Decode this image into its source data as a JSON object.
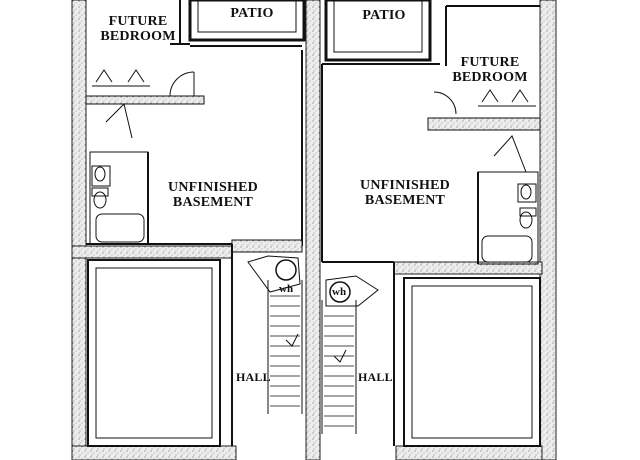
{
  "plan": {
    "labels": {
      "future_bedroom_left": "FUTURE\nBEDROOM",
      "future_bedroom_right": "FUTURE\nBEDROOM",
      "patio_left": "PATIO",
      "patio_right": "PATIO",
      "unfinished_basement_left": "UNFINISHED\nBASEMENT",
      "unfinished_basement_right": "UNFINISHED\nBASEMENT",
      "hall_left": "HALL",
      "hall_right": "HALL",
      "water_heater_left": "wh",
      "water_heater_right": "wh"
    },
    "colors": {
      "wall_fill": "#e9e9e9",
      "wall_stroke": "#222222",
      "line": "#111111"
    }
  }
}
